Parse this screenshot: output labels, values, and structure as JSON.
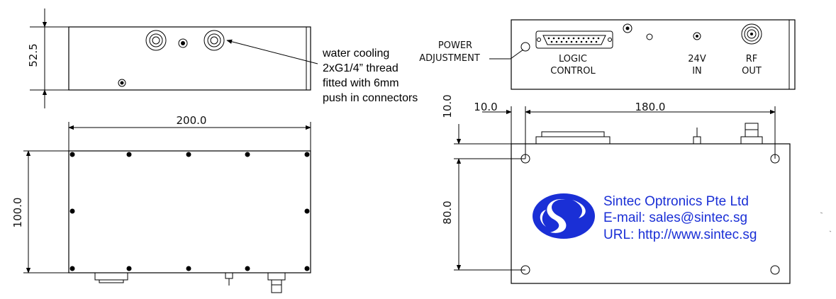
{
  "dimensions": {
    "side_height": "52.5",
    "top_width": "200.0",
    "top_height": "100.0",
    "front_offset_x": "10.0",
    "front_span_x": "180.0",
    "front_offset_y": "10.0",
    "front_span_y": "80.0"
  },
  "annotation": {
    "line1": "water cooling",
    "line2": "2xG1/4” thread",
    "line3": "fitted with 6mm",
    "line4": "push in connectors"
  },
  "panel": {
    "power_line1": "POWER",
    "power_line2": "ADJUSTMENT",
    "logic_line1": "LOGIC",
    "logic_line2": "CONTROL",
    "v24_line1": "24V",
    "v24_line2": "IN",
    "rf_line1": "RF",
    "rf_line2": "OUT"
  },
  "brand": {
    "company": "Sintec Optronics Pte Ltd",
    "email": "E-mail: sales@sintec.sg",
    "url": "URL: http://www.sintec.sg",
    "logo_color": "#1a2fd6"
  }
}
